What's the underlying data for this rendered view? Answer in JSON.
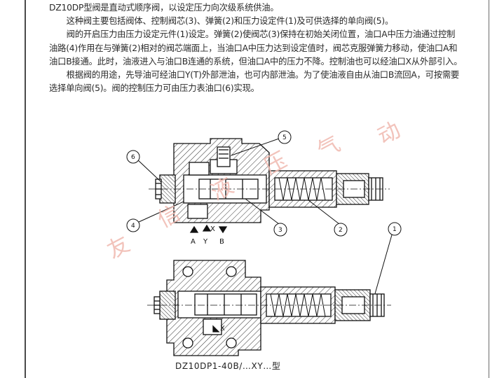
{
  "paragraphs": [
    "DZ10DP型阀是直动式顺序阀，以设定压力向次级系统供油。",
    "这种阀主要包括阀体、控制阀芯(3)、弹簧(2)和压力设定件(1)及可供选择的单向阀(5)。",
    "阀的开启压力由压力设定元件(1)设定。弹簧(2)使阀芯(3)保持在初始关闭位置，油口A中压力油通过控制油路(4)作用在与弹簧(2)相对的阀芯端面上，当油口A中压力达到设定值时，阀芯克服弹簧力移动，使油口A和油口B接通。此时，油液进入与油口B连通的系统，但油口A中的压力不降。控制油也可以经油口X从外部引入。",
    "根据阀的用途，先导油可经油口Y(T)外部泄油，也可内部泄油。为了使油液自由从油口B流回A，可按需要选择单向阀(5)。阀的控制压力可由压力表油口(6)实现。"
  ],
  "callouts": {
    "c1": "1",
    "c2": "2",
    "c3": "3",
    "c4": "4",
    "c5": "5",
    "c6": "6"
  },
  "ports": {
    "a": "A",
    "y": "Y",
    "x": "X",
    "b": "B",
    "x_lower": "X"
  },
  "watermark": [
    "友",
    "信",
    "液",
    "压",
    "气",
    "动"
  ],
  "caption": "DZ10DP1-40B/…XY…型"
}
